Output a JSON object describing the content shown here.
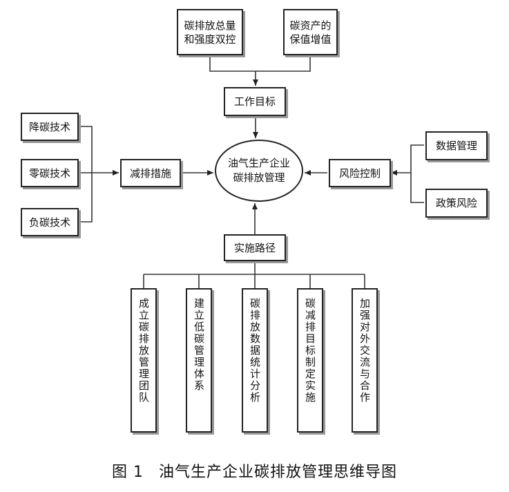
{
  "top_boxes": [
    {
      "line1": "碳排放总量",
      "line2": "和强度双控"
    },
    {
      "line1": "碳资产的",
      "line2": "保值增值"
    }
  ],
  "goal": "工作目标",
  "center": {
    "line1": "油气生产企业",
    "line2": "碳排放管理"
  },
  "left_tech": [
    "降碳技术",
    "零碳技术",
    "负碳技术"
  ],
  "measures": "减排措施",
  "risk": "风险控制",
  "right_items": [
    "数据管理",
    "政策风险"
  ],
  "path": "实施路径",
  "path_items": [
    "成立碳排放管理团队",
    "建立低碳管理体系",
    "碳排放数据统计分析",
    "碳减排目标制定实施",
    "加强对外交流与合作"
  ],
  "caption": {
    "number": "图 1",
    "title": "油气生产企业碳排放管理思维导图"
  }
}
